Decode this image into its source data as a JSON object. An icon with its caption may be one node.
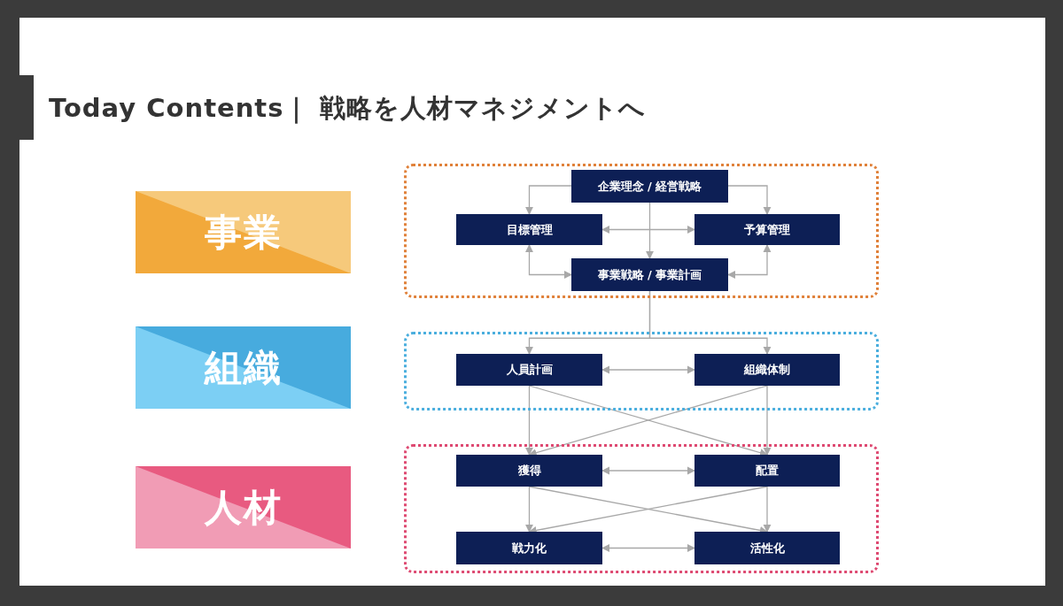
{
  "diagram": {
    "title": "Today Contents｜ 戦略を人材マネジメントへ",
    "nodes": [
      {
        "text": [
          "事業"
        ]
      },
      {
        "text": [
          "組織"
        ]
      },
      {
        "text": [
          "人材"
        ]
      },
      {
        "text": [],
        "shape": "box"
      },
      {
        "text": [
          "企業理念 / 経営戦略"
        ],
        "in": 3
      },
      {
        "text": [
          "目標管理"
        ],
        "in": 3
      },
      {
        "text": [
          "予算管理"
        ],
        "in": 3
      },
      {
        "text": [
          "事業戦略 / 事業計画"
        ],
        "in": 3
      },
      {
        "text": [],
        "shape": "box"
      },
      {
        "text": [
          "人員計画"
        ],
        "in": 8
      },
      {
        "text": [
          "組織体制"
        ],
        "in": 8
      },
      {
        "text": [],
        "shape": "box"
      },
      {
        "text": [
          "獲得"
        ],
        "in": 11
      },
      {
        "text": [
          "配置"
        ],
        "in": 11
      },
      {
        "text": [
          "戦力化"
        ],
        "in": 11
      },
      {
        "text": [
          "活性化"
        ],
        "in": 11
      }
    ],
    "edges": [
      {
        "from": 4,
        "to": 5,
        "arrow": "to"
      },
      {
        "from": 4,
        "to": 6,
        "arrow": "to"
      },
      {
        "from": 4,
        "to": 7,
        "arrow": "to"
      },
      {
        "from": 5,
        "to": 6,
        "arrow": "both"
      },
      {
        "from": 5,
        "to": 7,
        "arrow": "both"
      },
      {
        "from": 6,
        "to": 7,
        "arrow": "both"
      },
      {
        "from": 7,
        "to": 9,
        "arrow": "to"
      },
      {
        "from": 7,
        "to": 10,
        "arrow": "to"
      },
      {
        "from": 9,
        "to": 10,
        "arrow": "both"
      },
      {
        "from": 9,
        "to": 12,
        "arrow": "to"
      },
      {
        "from": 9,
        "to": 13,
        "arrow": "to"
      },
      {
        "from": 10,
        "to": 12,
        "arrow": "to"
      },
      {
        "from": 10,
        "to": 13,
        "arrow": "to"
      },
      {
        "from": 12,
        "to": 13,
        "arrow": "both"
      },
      {
        "from": 12,
        "to": 14,
        "arrow": "to"
      },
      {
        "from": 12,
        "to": 15,
        "arrow": "to"
      },
      {
        "from": 13,
        "to": 14,
        "arrow": "to"
      },
      {
        "from": 13,
        "to": 15,
        "arrow": "to"
      },
      {
        "from": 14,
        "to": 15,
        "arrow": "both"
      }
    ]
  }
}
